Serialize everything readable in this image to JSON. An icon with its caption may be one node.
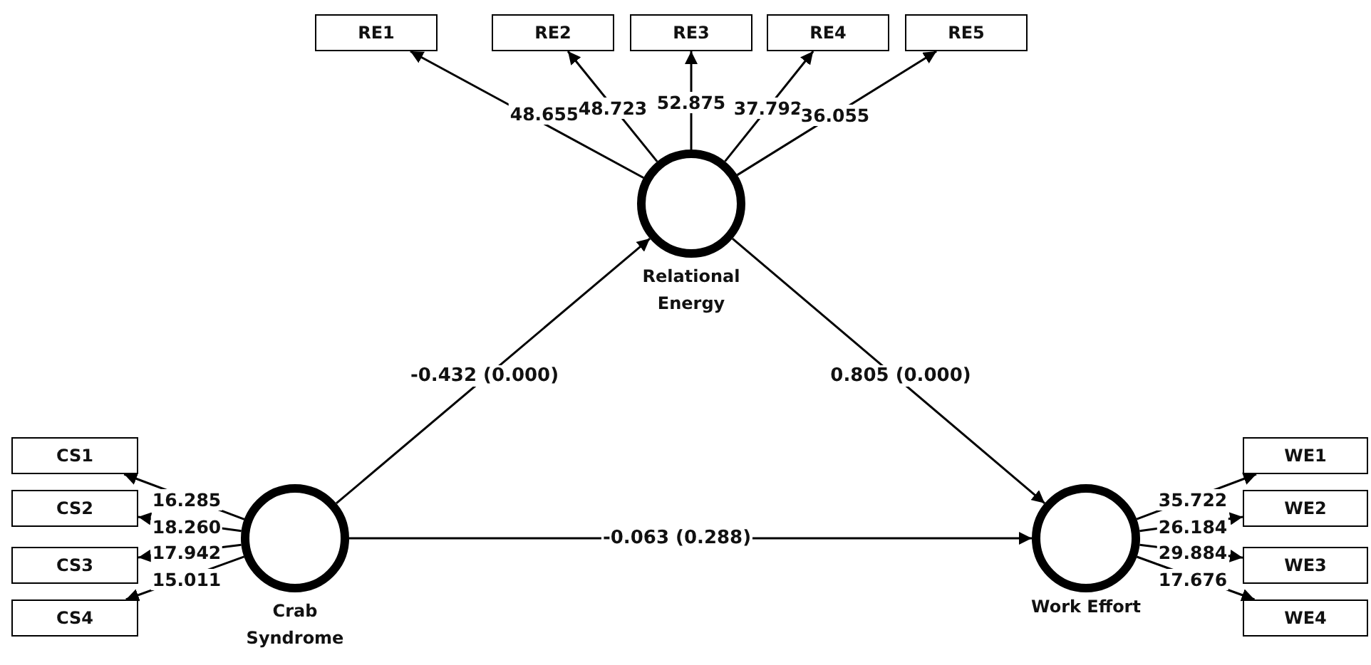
{
  "diagram": {
    "nodes": [
      {
        "text": [
          "RE1"
        ]
      },
      {
        "text": [
          "RE2"
        ]
      },
      {
        "text": [
          "RE3"
        ]
      },
      {
        "text": [
          "RE4"
        ]
      },
      {
        "text": [
          "RE5"
        ]
      },
      {
        "text": [
          "Relational Energy"
        ]
      },
      {
        "text": [
          "CS1"
        ]
      },
      {
        "text": [
          "CS2"
        ]
      },
      {
        "text": [
          "CS3"
        ]
      },
      {
        "text": [
          "CS4"
        ]
      },
      {
        "text": [
          "Crab Syndrome"
        ]
      },
      {
        "text": [
          "Work Effort"
        ]
      },
      {
        "text": [
          "WE1"
        ]
      },
      {
        "text": [
          "WE2"
        ]
      },
      {
        "text": [
          "WE3"
        ]
      },
      {
        "text": [
          "WE4"
        ]
      }
    ],
    "edges": [
      {
        "from": 5,
        "to": 0,
        "arrow": "to",
        "label": "48.655"
      },
      {
        "from": 5,
        "to": 1,
        "arrow": "to",
        "label": "48.723"
      },
      {
        "from": 5,
        "to": 2,
        "arrow": "to",
        "label": "52.875"
      },
      {
        "from": 5,
        "to": 3,
        "arrow": "to",
        "label": "37.792"
      },
      {
        "from": 5,
        "to": 4,
        "arrow": "to",
        "label": "36.055"
      },
      {
        "from": 10,
        "to": 6,
        "arrow": "to",
        "label": "16.285"
      },
      {
        "from": 10,
        "to": 7,
        "arrow": "to",
        "label": "18.260"
      },
      {
        "from": 10,
        "to": 8,
        "arrow": "to",
        "label": "17.942"
      },
      {
        "from": 10,
        "to": 9,
        "arrow": "to",
        "label": "15.011"
      },
      {
        "from": 11,
        "to": 12,
        "arrow": "to",
        "label": "35.722"
      },
      {
        "from": 11,
        "to": 13,
        "arrow": "to",
        "label": "26.184"
      },
      {
        "from": 11,
        "to": 14,
        "arrow": "to",
        "label": "29.884"
      },
      {
        "from": 11,
        "to": 15,
        "arrow": "to",
        "label": "17.676"
      },
      {
        "from": 10,
        "to": 5,
        "arrow": "to",
        "label": "-0.432 (0.000)"
      },
      {
        "from": 5,
        "to": 11,
        "arrow": "to",
        "label": "0.805 (0.000)"
      },
      {
        "from": 10,
        "to": 11,
        "arrow": "to",
        "label": "-0.063 (0.288)"
      }
    ]
  }
}
